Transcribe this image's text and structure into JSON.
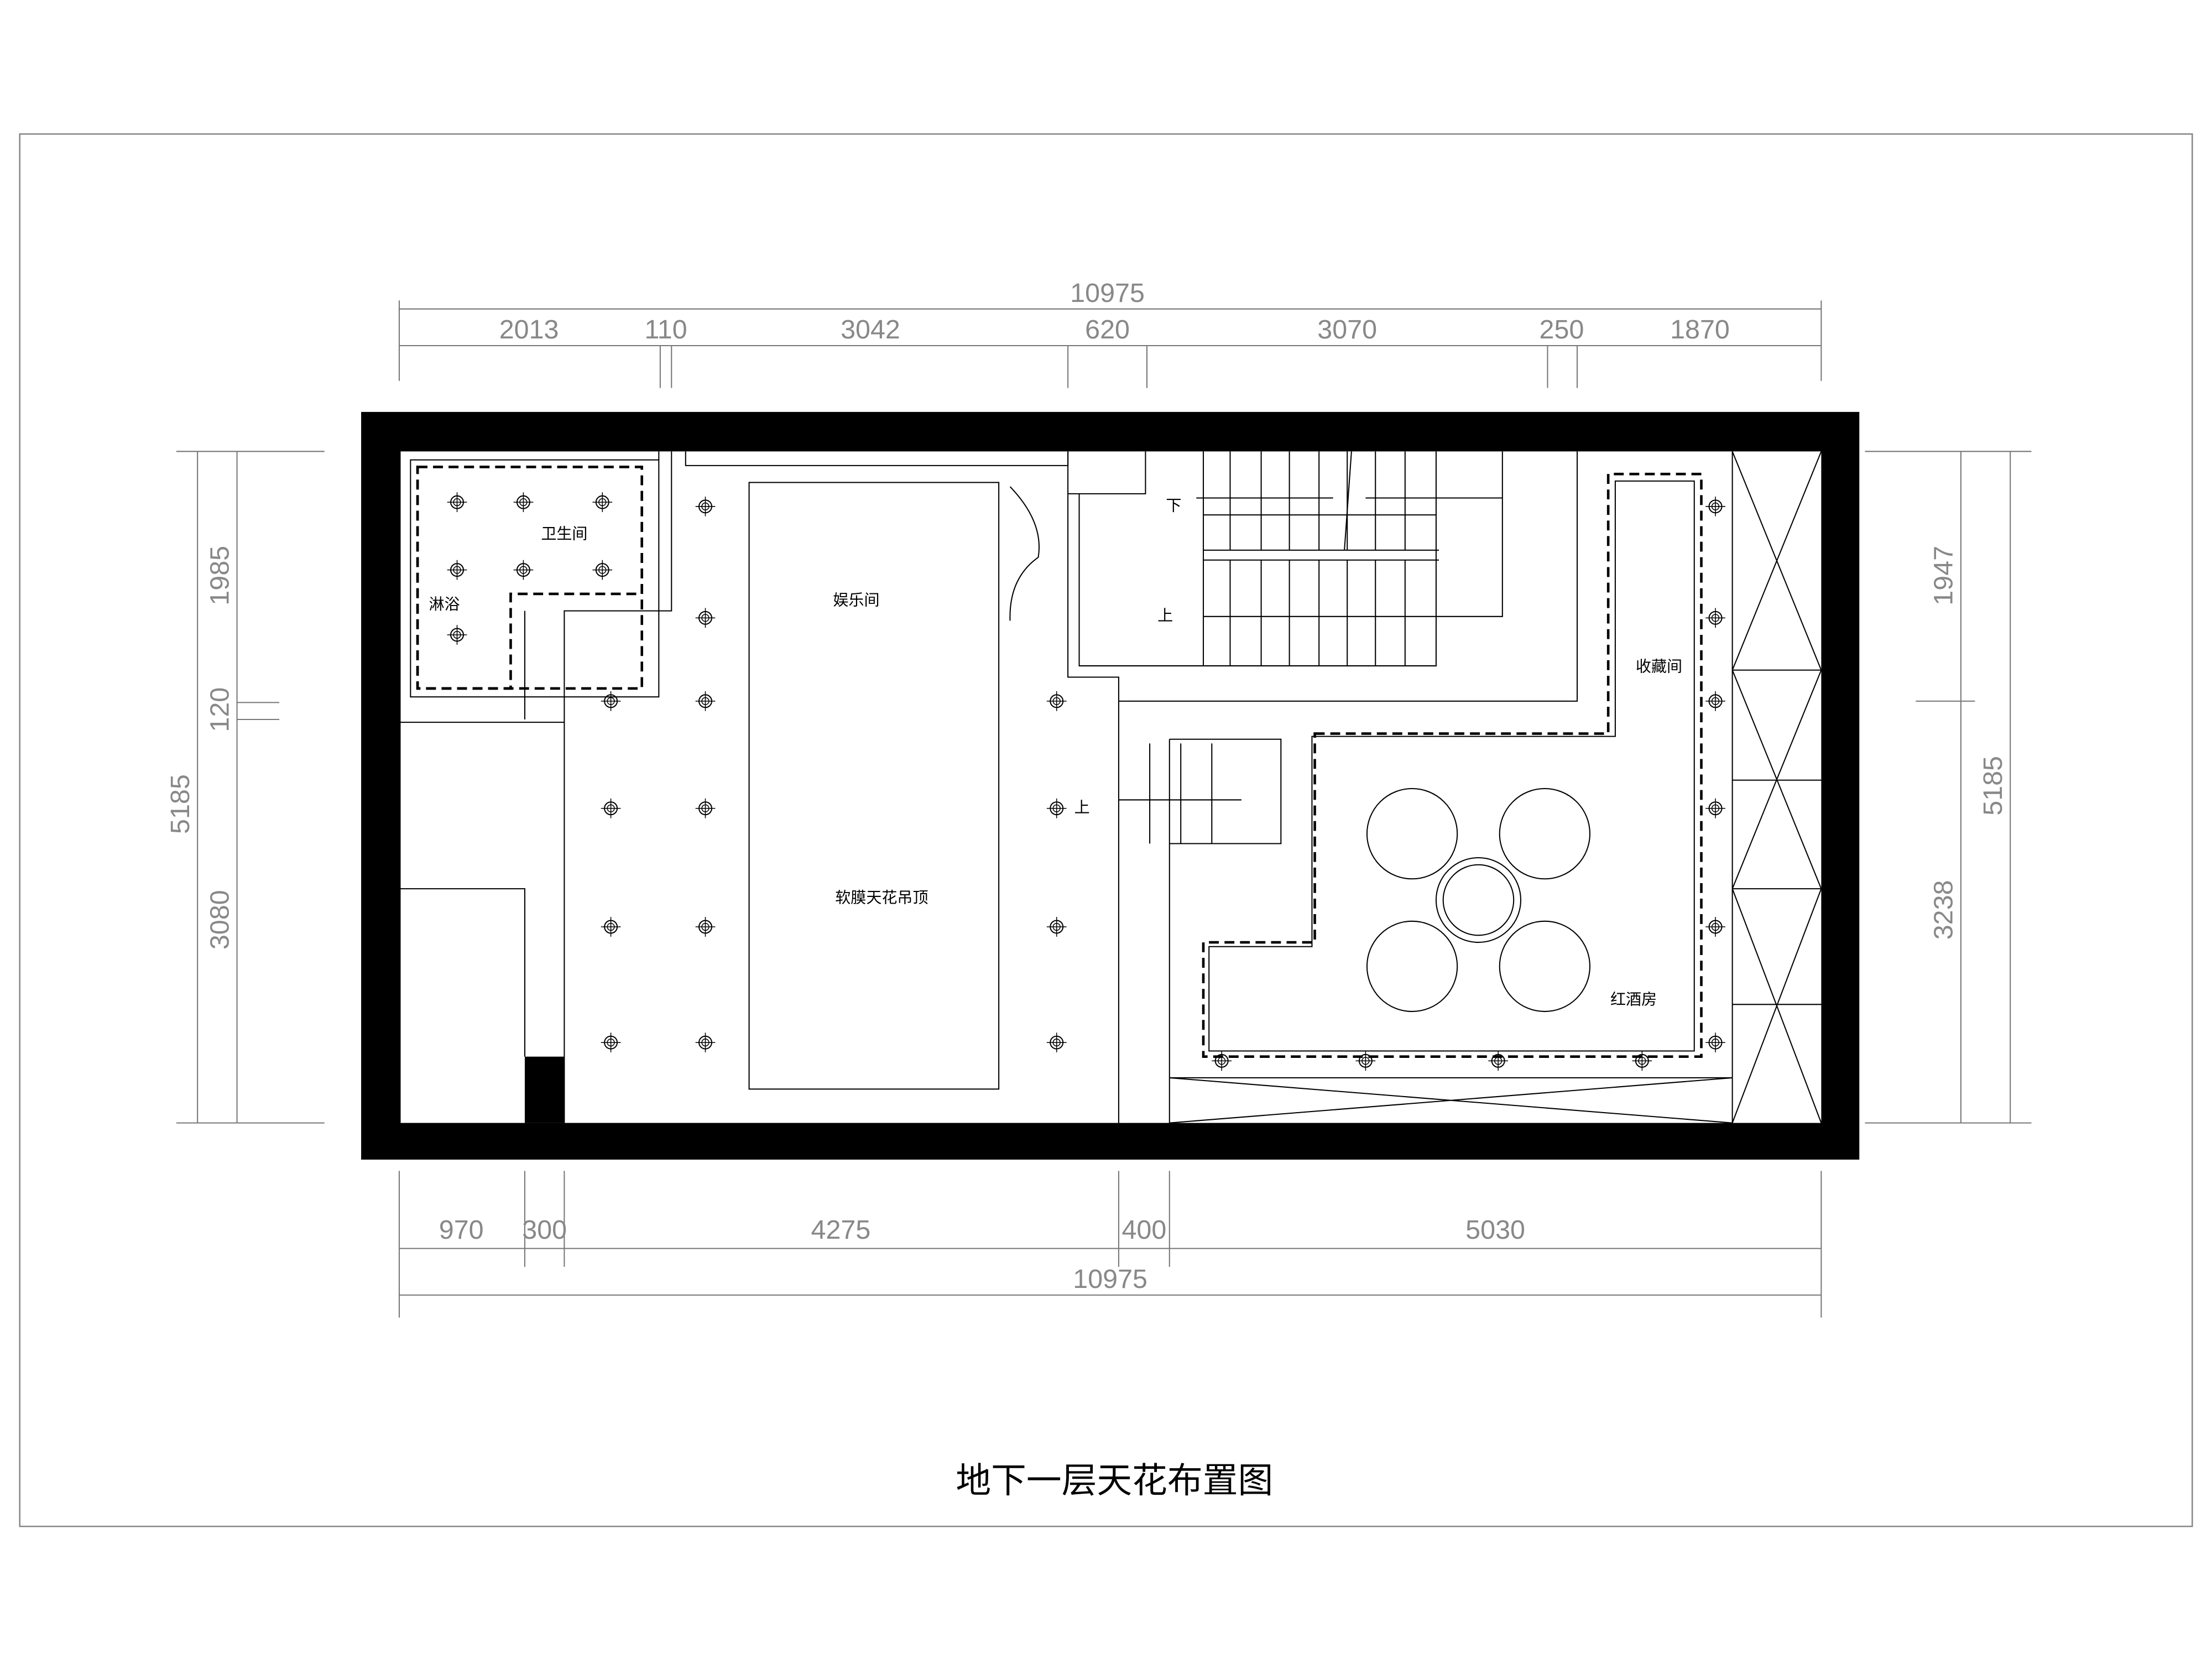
{
  "title": "地下一层天花布置图",
  "rooms": {
    "bathroom": "卫生间",
    "shower": "淋浴",
    "entertainment": "娱乐间",
    "ceiling_note": "软膜天花吊顶",
    "collection": "收藏间",
    "wine_room": "红酒房",
    "stair_down": "下",
    "stair_up_1": "上",
    "stair_up_2": "上"
  },
  "dimensions": {
    "top_total": "10975",
    "top": [
      "2013",
      "110",
      "3042",
      "620",
      "3070",
      "250",
      "1870"
    ],
    "bottom": [
      "970",
      "300",
      "4275",
      "400",
      "5030"
    ],
    "bottom_total": "10975",
    "left_total": "5185",
    "left": [
      "1985",
      "120",
      "3080"
    ],
    "right": [
      "1947",
      "3238"
    ],
    "right_total": "5185"
  }
}
